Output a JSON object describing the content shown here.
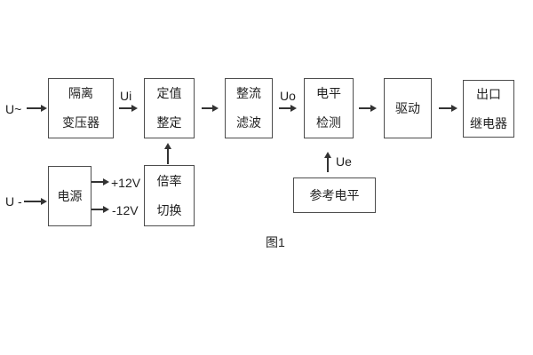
{
  "diagram": {
    "caption": "图1",
    "blocks": [
      {
        "name": "isolation-transformer",
        "lines": [
          "隔离",
          "变压器"
        ]
      },
      {
        "name": "setting-adjust",
        "lines": [
          "定值",
          "整定"
        ]
      },
      {
        "name": "rectifier-filter",
        "lines": [
          "整流",
          "滤波"
        ]
      },
      {
        "name": "level-detect",
        "lines": [
          "电平",
          "检测"
        ]
      },
      {
        "name": "driver",
        "lines": [
          "驱动"
        ]
      },
      {
        "name": "output-relay",
        "lines": [
          "出口",
          "继电器"
        ]
      },
      {
        "name": "power-supply",
        "lines": [
          "电源"
        ]
      },
      {
        "name": "ratio-switch",
        "lines": [
          "倍率",
          "切换"
        ]
      },
      {
        "name": "reference-level",
        "lines": [
          "参考电平"
        ]
      }
    ],
    "signals": {
      "ac_input": "U~",
      "dc_input": "U -",
      "ui": "Ui",
      "uo": "Uo",
      "ue": "Ue",
      "rail_pos": "+12V",
      "rail_neg": "-12V"
    },
    "colors": {
      "background": "#ffffff",
      "block_border": "#4d4d4d",
      "arrow": "#333333",
      "text": "#1f1f1f"
    }
  }
}
